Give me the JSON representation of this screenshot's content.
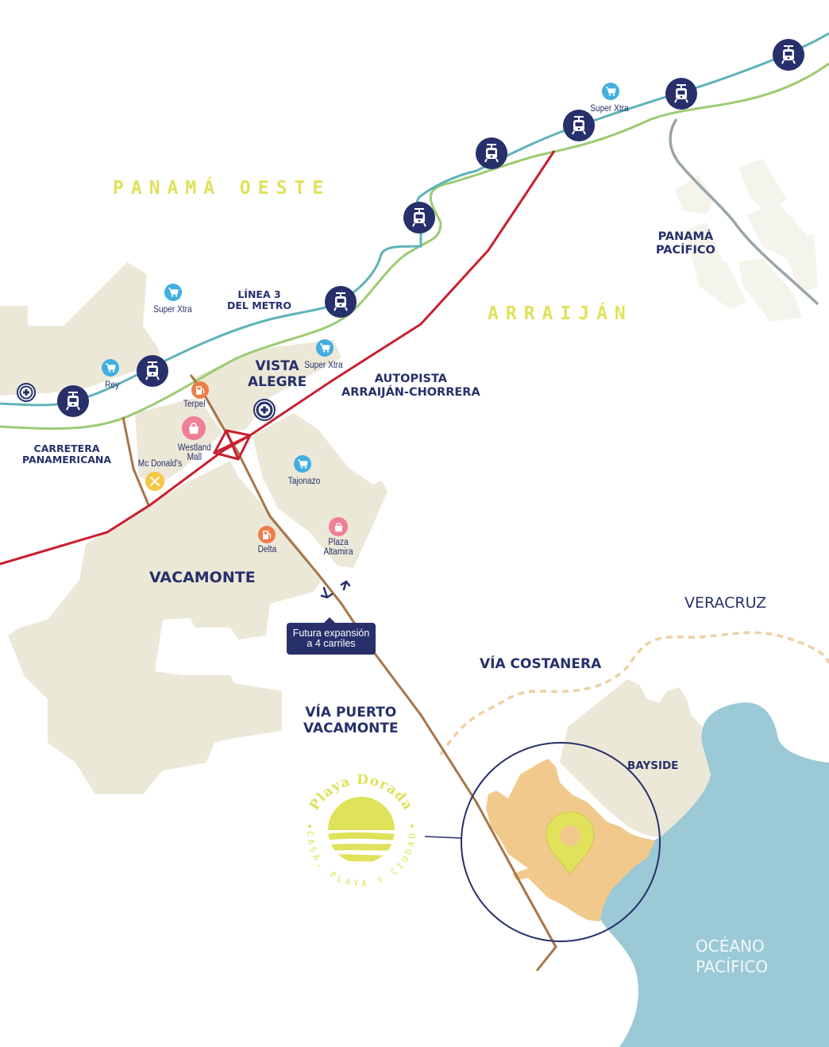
{
  "map": {
    "regions": {
      "panama_oeste": "PANAMÁ OESTE",
      "arraijan": "ARRAIJÁN"
    },
    "areas": {
      "panama_pacifico": [
        "PANAMÁ",
        "PACÍFICO"
      ],
      "vista_alegre": [
        "VISTA",
        "ALEGRE"
      ],
      "vacamonte": "VACAMONTE",
      "veracruz": "VERACRUZ",
      "bayside": "BAYSIDE",
      "oceano_pacifico": [
        "OCÉANO",
        "PACÍFICO"
      ]
    },
    "roads": {
      "linea3": [
        "LÍNEA 3",
        "DEL METRO"
      ],
      "autopista": [
        "AUTOPISTA",
        "ARRAIJÁN-CHORRERA"
      ],
      "panamericana": [
        "CARRETERA",
        "PANAMERICANA"
      ],
      "via_costanera": "VÍA COSTANERA",
      "via_puerto": [
        "VÍA PUERTO",
        "VACAMONTE"
      ]
    },
    "callout": [
      "Futura expansión",
      "a 4 carriles"
    ],
    "pois": {
      "super_xtra_top": "Super Xtra",
      "super_xtra_left": "Super Xtra",
      "super_xtra_vista": "Super Xtra",
      "rey": "Rey",
      "terpel": "Terpel",
      "westland": [
        "Westland",
        "Mall"
      ],
      "mcdonalds": "Mc Donald's",
      "tajonazo": "Tajonazo",
      "delta": "Delta",
      "plaza_altamira": [
        "Plaza",
        "Altamira"
      ]
    },
    "logo": {
      "name": "Playa Dorada",
      "tagline": "CASA, PLAYA Y CIUDAD"
    },
    "icons": {
      "station": "metro-station-icon",
      "cart": "shopping-cart-icon",
      "gas": "gas-station-icon",
      "bag": "shopping-bag-icon",
      "food": "restaurant-icon",
      "hospital": "hospital-icon",
      "pin": "location-pin-icon"
    },
    "colors": {
      "navy": "#27306a",
      "metro_line": "#5fb3b8",
      "green_line": "#9ccb73",
      "autopista": "#c8202f",
      "via_puerto": "#a5764a",
      "land": "#ece8d8",
      "land_light": "#f5f4ec",
      "ocean": "#9bc9d6",
      "project": "#f1c98c",
      "accent_yellow": "#dfe25a",
      "dashed_costanera": "#ecd1a4"
    }
  }
}
